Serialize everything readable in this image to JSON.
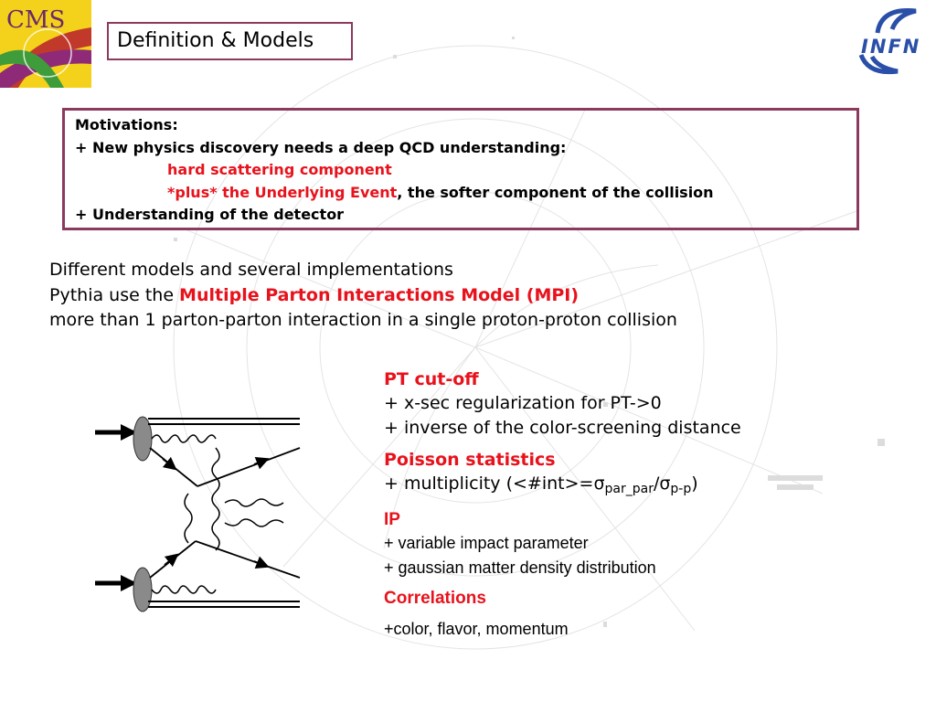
{
  "header": {
    "title": "Definition & Models",
    "cms_logo_text": "CMS",
    "infn_logo_text": "INFN"
  },
  "motivations": {
    "heading": "Motivations:",
    "line1": "+ New physics discovery needs a deep QCD understanding:",
    "hard_scattering": "hard scattering component",
    "underlying_event": "*plus* the Underlying Event",
    "underlying_event_rest": ", the softer component of the collision",
    "line_detector": "+ Understanding of the detector"
  },
  "intro": {
    "line1": "Different models and several implementations",
    "line2_prefix": "Pythia use the ",
    "line2_highlight": "Multiple Parton Interactions Model (MPI)",
    "line3": "more than 1 parton-parton interaction in a single proton-proton collision"
  },
  "features": {
    "pt_heading": "PT cut-off",
    "pt_item1": "+ x-sec regularization for PT->0",
    "pt_item2": "+ inverse of the color-screening distance",
    "poisson_heading": "Poisson statistics",
    "poisson_prefix": "+ multiplicity (<#int>=",
    "sigma": "σ",
    "sub_par": "par_par",
    "slash": "/",
    "sub_pp": "p-p",
    "close_paren": ")",
    "ip_heading": "IP",
    "ip_item1": "+ variable impact parameter",
    "ip_item2": "+ gaussian matter density distribution",
    "corr_heading": "Correlations",
    "corr_item": "+color, flavor, momentum"
  },
  "colors": {
    "frame": "#8b3a5e",
    "highlight_red": "#e8121c",
    "infn_blue": "#2a4fa8"
  }
}
